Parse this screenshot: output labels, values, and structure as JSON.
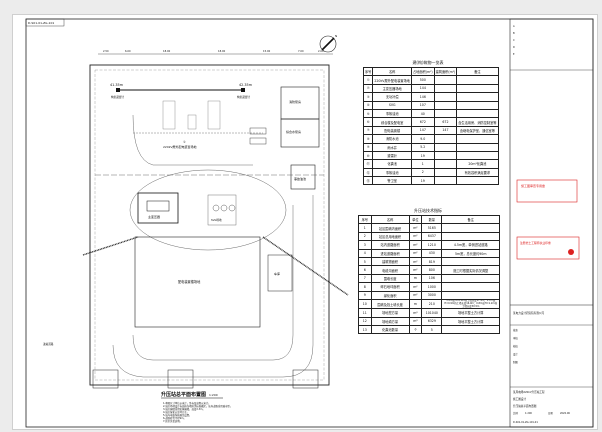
{
  "drawing_number_top": "D-S01-01-ZG-101",
  "title": "升压站总平面布置图",
  "scale": "1:200",
  "north": "N",
  "labels": {
    "area1": "220kV屋外配电装置场地",
    "area1_no": "①",
    "main_transformer": "主变压器",
    "yard": "配电装置楼场地",
    "fire_pump": "消防泵房",
    "water_room": "综合水泵房",
    "oil_pool": "事故油池",
    "arrester_left": "构架避雷针",
    "arrester_right": "构架避雷针",
    "elev_left": "41.35m",
    "elev_right": "42.35m",
    "svg_area": "SVG场地",
    "garage": "车库",
    "entrance": "进站道路",
    "dims_top": [
      "2.50",
      "6.00",
      "18.00",
      "18.00",
      "15.00",
      "7.00",
      "2.00"
    ]
  },
  "notes": [
    "1.本图尺寸单位以米计，坐标及高程以米计。",
    "2.站区场地设计标高按当地防洪标准确定，站内道路采用城市型。",
    "3.站区围墙采用实体围墙，高度2.3m。",
    "4.站区绿化以草坪为主。",
    "5.站内电缆沟按规范设置。",
    "6.道路转弯半径9m。",
    "7.其余详见说明。"
  ],
  "table1": {
    "title": "建(构)筑物一览表",
    "headers": [
      "序号",
      "名称",
      "占地面积(m²)",
      "建筑面积(m²)",
      "备注"
    ],
    "rows": [
      [
        "①",
        "220kV屋外配电装置场地",
        "500",
        "",
        ""
      ],
      [
        "②",
        "主变压器场地",
        "144",
        "",
        ""
      ],
      [
        "③",
        "无功补偿",
        "146",
        "",
        ""
      ],
      [
        "④",
        "SVG",
        "107",
        "",
        ""
      ],
      [
        "⑤",
        "事故油池",
        "40",
        "",
        ""
      ],
      [
        "⑥",
        "综合楼及配电室",
        "672",
        "672",
        "含生活用房、消防控制室等"
      ],
      [
        "⑦",
        "配电装置楼",
        "147",
        "147",
        "含继电保护室、通信室等"
      ],
      [
        "⑧",
        "消防水池",
        "9.0",
        "",
        ""
      ],
      [
        "⑨",
        "雨水井",
        "5.2",
        "",
        ""
      ],
      [
        "⑩",
        "避雷针",
        "19",
        "",
        ""
      ],
      [
        "⑪",
        "化粪池",
        "1",
        "",
        "20m³化粪池"
      ],
      [
        "⑫",
        "事故油池",
        "2",
        "",
        "有效容积满足要求"
      ],
      [
        "⑬",
        "警卫室",
        "19",
        "",
        ""
      ]
    ]
  },
  "table2": {
    "title": "升压站技术指标",
    "headers": [
      "序号",
      "名称",
      "单位",
      "数量",
      "备注"
    ],
    "rows": [
      [
        "1",
        "站区围墙内面积",
        "m²",
        "5165",
        ""
      ],
      [
        "2",
        "站区总用地面积",
        "m²",
        "6437",
        ""
      ],
      [
        "3",
        "站内道路面积",
        "m²",
        "1210",
        "4.5m宽，单侧进站道路"
      ],
      [
        "4",
        "进站道路面积",
        "m²",
        "430",
        "5m宽，总长度约90m"
      ],
      [
        "5",
        "建筑物面积",
        "m²",
        "819",
        ""
      ],
      [
        "6",
        "电缆沟面积",
        "m²",
        "800",
        "施工时根据实际情况调整"
      ],
      [
        "7",
        "围墙长度",
        "m",
        "106",
        ""
      ],
      [
        "8",
        "碎石地坪面积",
        "m²",
        "1000",
        ""
      ],
      [
        "9",
        "绿化面积",
        "m²",
        "3000",
        ""
      ],
      [
        "10",
        "围墙及挡土墙长度",
        "m",
        "210",
        "1.2m高H=0.9m挡土墙长度17.4m；1.7m高H=0.9m挡土墙长度16.9m；0.8m高H=1.2m挡土墙长度30.5m"
      ],
      [
        "11",
        "场地挖方量",
        "m³",
        "101040",
        "场地平整土方计算"
      ],
      [
        "12",
        "场地填方量",
        "m³",
        "6329",
        "场地平整土方计算"
      ],
      [
        "13",
        "化粪池数量",
        "个",
        "5",
        ""
      ]
    ]
  },
  "title_block": {
    "company": "某电力设计研究院有限公司",
    "project": "某风电场220kV升压站工程",
    "stage": "施工图设计",
    "drawing": "升压站总平面布置图",
    "scale_label": "比例",
    "scale_value": "1:200",
    "date_label": "日期",
    "date_value": "2020.06",
    "drawing_no": "D-S01-01-ZG-101-01",
    "stamp1": "施工图审查专用章",
    "stamp2": "注册岩土工程师执业印章",
    "roles": [
      "批准",
      "审核",
      "校核",
      "设计",
      "制图"
    ],
    "revisions": [
      "A",
      "B",
      "C",
      "D",
      "E"
    ]
  }
}
